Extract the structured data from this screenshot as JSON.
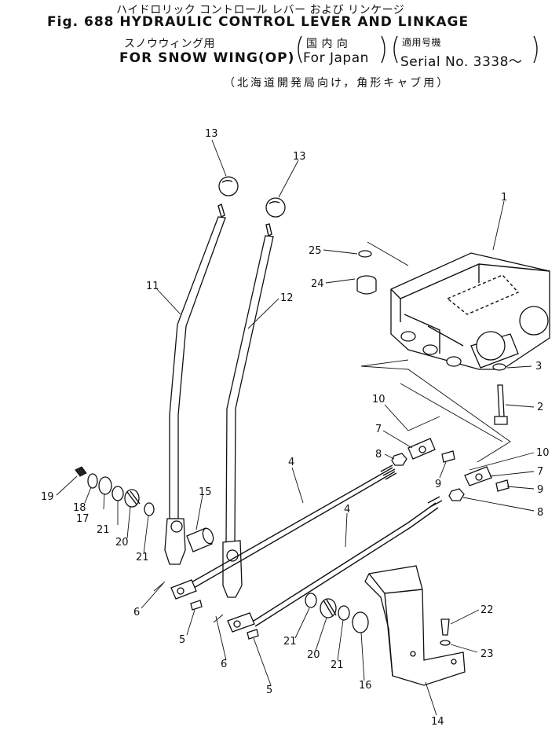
{
  "title": {
    "jp_line1": "ハイドロリック コントロール レバー および リンケージ",
    "en_line1": "Fig. 688 HYDRAULIC CONTROL LEVER AND LINKAGE",
    "jp_line2": "スノウウィング用",
    "jp_region": "国 内 向",
    "jp_serial_label": "適用号機",
    "en_line2": "FOR SNOW WING(OP)",
    "en_region": "For Japan",
    "en_serial": "Serial No. 3338～",
    "jp_line3": "（北海道開発局向け，角形キャブ用）"
  },
  "callouts": {
    "p1": "1",
    "p2": "2",
    "p3": "3",
    "p4a": "4",
    "p4b": "4",
    "p5a": "5",
    "p5b": "5",
    "p6a": "6",
    "p6b": "6",
    "p7a": "7",
    "p7b": "7",
    "p8a": "8",
    "p8b": "8",
    "p9a": "9",
    "p9b": "9",
    "p10a": "10",
    "p10b": "10",
    "p11": "11",
    "p12": "12",
    "p13a": "13",
    "p13b": "13",
    "p14": "14",
    "p15": "15",
    "p16": "16",
    "p17": "17",
    "p18": "18",
    "p19": "19",
    "p20a": "20",
    "p20b": "20",
    "p21a": "21",
    "p21b": "21",
    "p21c": "21",
    "p21d": "21",
    "p22": "22",
    "p23": "23",
    "p24": "24",
    "p25": "25"
  }
}
